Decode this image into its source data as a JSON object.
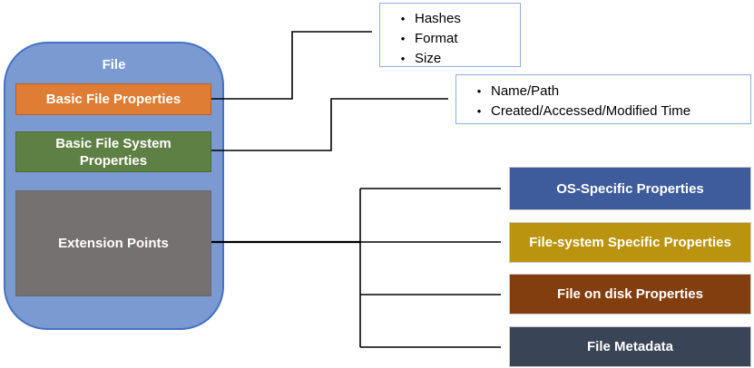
{
  "file_group": {
    "title": "File",
    "fill": "#7C9AD2",
    "border_color": "#4472C4",
    "children": [
      {
        "label": "Basic File Properties",
        "fill": "#DE7D33",
        "border_color": "#B96027"
      },
      {
        "label": "Basic File System Properties",
        "fill": "#5E8044",
        "border_color": "#4E6B33"
      },
      {
        "label": "Extension Points",
        "fill": "#767171",
        "border_color": "#6D6868"
      }
    ]
  },
  "callouts": [
    {
      "border_color": "#8FAEDC",
      "bullet": "•",
      "items": [
        "Hashes",
        "Format",
        "Size"
      ]
    },
    {
      "border_color": "#8FAEDC",
      "bullet": "•",
      "items": [
        "Name/Path",
        "Created/Accessed/Modified Time"
      ]
    }
  ],
  "extension_targets": [
    {
      "label": "OS-Specific Properties",
      "fill": "#3E5B9B"
    },
    {
      "label": "File-system Specific Properties",
      "fill": "#BA940E"
    },
    {
      "label": "File on disk Properties",
      "fill": "#833E0F"
    },
    {
      "label": "File Metadata",
      "fill": "#394456"
    }
  ],
  "connectors": {
    "color": "#000000"
  }
}
